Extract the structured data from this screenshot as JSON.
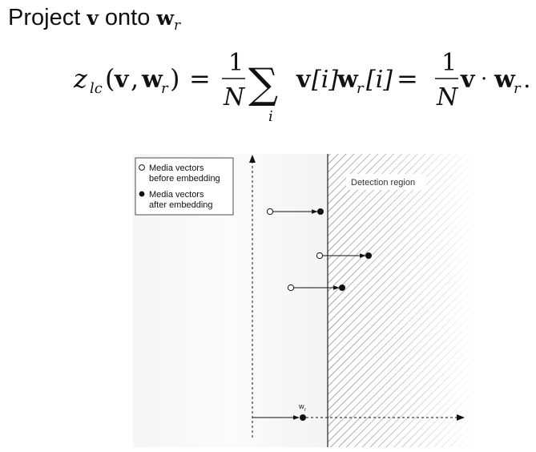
{
  "title": {
    "prefix": "Project",
    "vec_v": "v",
    "middle": "onto",
    "vec_w": "w",
    "sub_r": "r"
  },
  "formula": {
    "z": "z",
    "lc": "lc",
    "lparen": "(",
    "v": "v",
    "comma": ",",
    "w": "w",
    "r": "r",
    "rparen": ")",
    "eq": "=",
    "one": "1",
    "N": "N",
    "sigma": "∑",
    "i": "i",
    "bracket_i": "[i]",
    "dot": "·",
    "period": "."
  },
  "figure": {
    "legend": {
      "item1_line1": "Media vectors",
      "item1_line2": "before embedding",
      "item2_line1": "Media vectors",
      "item2_line2": "after embedding"
    },
    "region_label": "Detection region",
    "wr_label": "w",
    "wr_sub": "r"
  }
}
